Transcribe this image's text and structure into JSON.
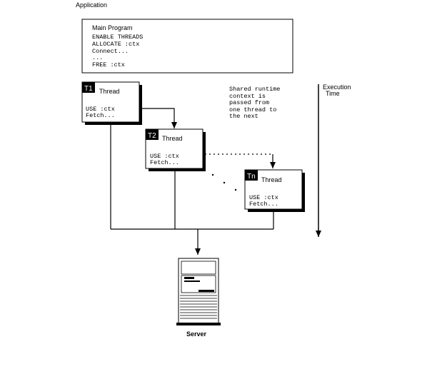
{
  "application_label": "Application",
  "main_program": {
    "title": "Main Program",
    "lines": [
      "ENABLE THREADS",
      "ALLOCATE :ctx",
      "Connect...",
      "...",
      "FREE :ctx"
    ]
  },
  "threads": [
    {
      "tag": "T1",
      "title": "Thread",
      "lines": [
        "USE :ctx",
        "Fetch..."
      ]
    },
    {
      "tag": "T2",
      "title": "Thread",
      "lines": [
        "USE :ctx",
        "Fetch..."
      ]
    },
    {
      "tag": "Tn",
      "title": "Thread",
      "lines": [
        "USE :ctx",
        "Fetch..."
      ]
    }
  ],
  "annotation_lines": [
    "Shared runtime",
    "context is",
    "passed from",
    "one thread to",
    "the next"
  ],
  "execution_time_lines": [
    "Execution",
    "Time"
  ],
  "server_label": "Server"
}
